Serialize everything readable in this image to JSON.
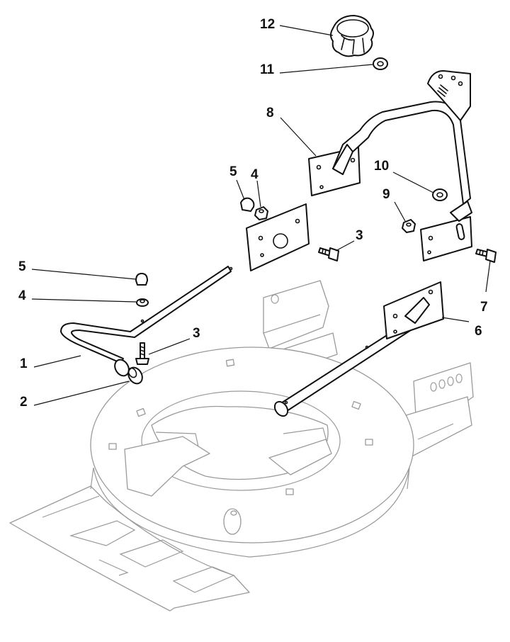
{
  "callouts": [
    {
      "id": "1",
      "label": "1"
    },
    {
      "id": "2",
      "label": "2"
    },
    {
      "id": "3a",
      "label": "3"
    },
    {
      "id": "3b",
      "label": "3"
    },
    {
      "id": "4a",
      "label": "4"
    },
    {
      "id": "4b",
      "label": "4"
    },
    {
      "id": "5a",
      "label": "5"
    },
    {
      "id": "5b",
      "label": "5"
    },
    {
      "id": "6",
      "label": "6"
    },
    {
      "id": "7",
      "label": "7"
    },
    {
      "id": "8",
      "label": "8"
    },
    {
      "id": "9",
      "label": "9"
    },
    {
      "id": "10",
      "label": "10"
    },
    {
      "id": "11",
      "label": "11"
    },
    {
      "id": "12",
      "label": "12"
    }
  ],
  "colors": {
    "line": "#111111",
    "ghost": "#9a9a9a",
    "background": "#ffffff"
  }
}
